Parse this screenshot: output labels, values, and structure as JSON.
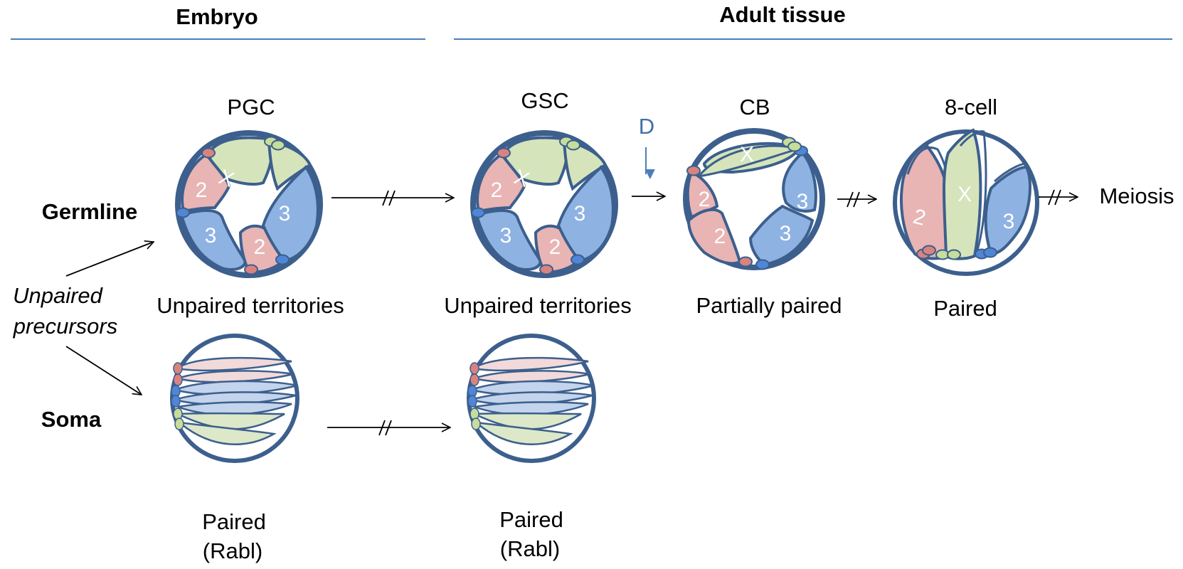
{
  "headers": {
    "embryo": "Embryo",
    "adult": "Adult tissue"
  },
  "rows": {
    "germline": "Germline",
    "soma": "Soma"
  },
  "precursors": {
    "line1": "Unpaired",
    "line2": "precursors"
  },
  "stages": {
    "pgc": "PGC",
    "gsc": "GSC",
    "cb": "CB",
    "eight_cell": "8-cell",
    "meiosis": "Meiosis"
  },
  "signal": "D",
  "states": {
    "pgc": "Unpaired territories",
    "gsc": "Unpaired territories",
    "cb": "Partially paired",
    "eight_cell": "Paired",
    "soma1_line1": "Paired",
    "soma1_line2": "(Rabl)",
    "soma2_line1": "Paired",
    "soma2_line2": "(Rabl)"
  },
  "chromosome_labels": {
    "two": "2",
    "three": "3",
    "x": "X"
  },
  "colors": {
    "rule": "#4a7ebb",
    "nucleus_border": "#3c5f8d",
    "chr2": "#e8b4b4",
    "chr3": "#8eb2e2",
    "chrX": "#d5e4bb",
    "soma_pink": "#f2dada",
    "soma_blue": "#c3d4ec",
    "soma_green": "#dce8c8",
    "centromere_red": "#d9837f",
    "centromere_blue": "#4f86d6",
    "centromere_green": "#c7dd9a",
    "signal": "#3f6fa8"
  }
}
